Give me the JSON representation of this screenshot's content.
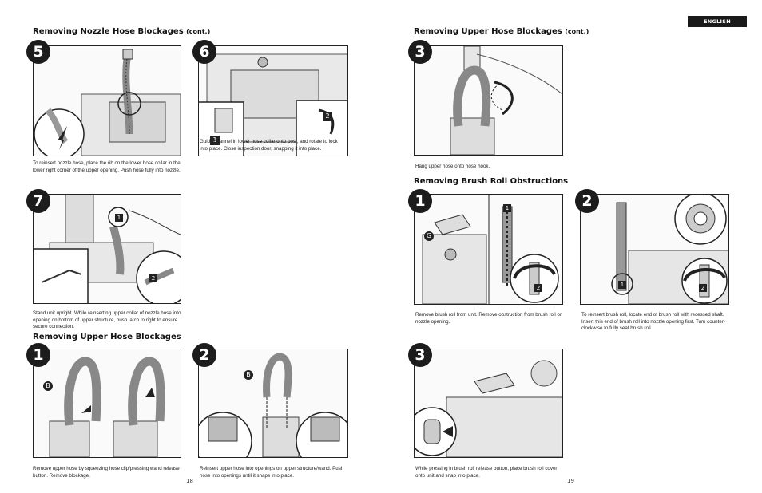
{
  "language_tab": "ENGLISH",
  "left_page": {
    "heading_nozzle": "Removing Nozzle Hose Blockages",
    "heading_nozzle_cont": "(cont.)",
    "heading_upper": "Removing Upper Hose Blockages",
    "page_number": "18",
    "steps": {
      "s5": {
        "number": "5",
        "caption": "To reinsert nozzle hose, place the rib on the lower hose collar in the lower right corner of the upper opening. Push hose fully into nozzle."
      },
      "s6": {
        "number": "6",
        "caption": "Guide channel in lower hose collar onto post, and rotate to lock into place. Close inspection door, snapping it into place.",
        "callout_1": "1",
        "callout_2": "2"
      },
      "s7": {
        "number": "7",
        "caption": "Stand unit upright. While reinserting upper collar of nozzle hose into opening on bottom of upper structure, push latch to right to ensure secure connection.",
        "callout_1": "1",
        "callout_2": "2"
      },
      "u1": {
        "number": "1",
        "caption": "Remove upper hose by squeezing hose clip/pressing wand release button. Remove blockage.",
        "callout_b": "B"
      },
      "u2": {
        "number": "2",
        "caption": "Reinsert upper hose into openings on upper structure/wand. Push hose into openings until it snaps into place.",
        "callout_b": "B"
      }
    }
  },
  "right_page": {
    "heading_upper": "Removing Upper Hose Blockages",
    "heading_upper_cont": "(cont.)",
    "heading_brush": "Removing Brush Roll Obstructions",
    "page_number": "19",
    "steps": {
      "u3": {
        "number": "3",
        "caption": "Hang upper hose onto hose hook."
      },
      "b1": {
        "number": "1",
        "caption": "Remove brush roll from unit. Remove obstruction from brush roll or nozzle opening.",
        "callout_g": "G",
        "callout_1": "1",
        "callout_2": "2"
      },
      "b2": {
        "number": "2",
        "caption": "To reinsert brush roll, locate end of brush roll with recessed shaft. Insert this end of brush roll into nozzle opening first. Turn counter-clockwise to fully seat brush roll.",
        "callout_1": "1",
        "callout_2": "2"
      },
      "b3": {
        "number": "3",
        "caption": "While pressing in brush roll release button, place brush roll cover onto unit and snap into place."
      }
    }
  }
}
